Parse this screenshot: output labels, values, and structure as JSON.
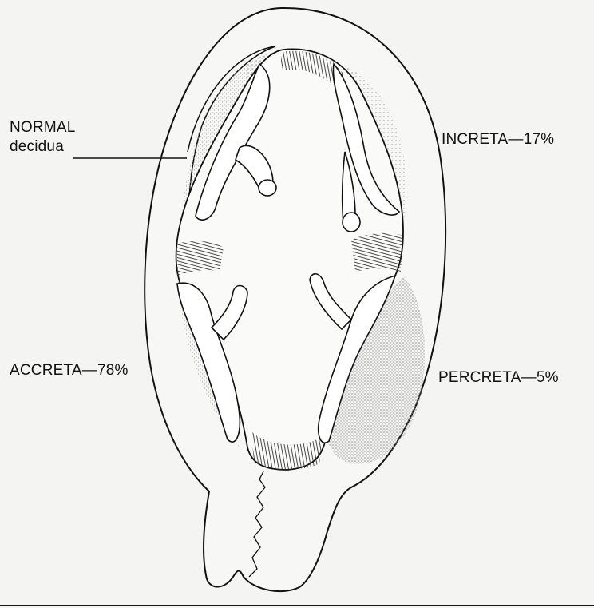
{
  "labels": {
    "normal_line1": "NORMAL",
    "normal_line2": "decidua",
    "increta": "INCRETA—17%",
    "accreta": "ACCRETA—78%",
    "percreta": "PERCRETA—5%"
  },
  "colors": {
    "background": "#f4f4f2",
    "ink": "#111111",
    "stipple": "#9a9a9a"
  }
}
